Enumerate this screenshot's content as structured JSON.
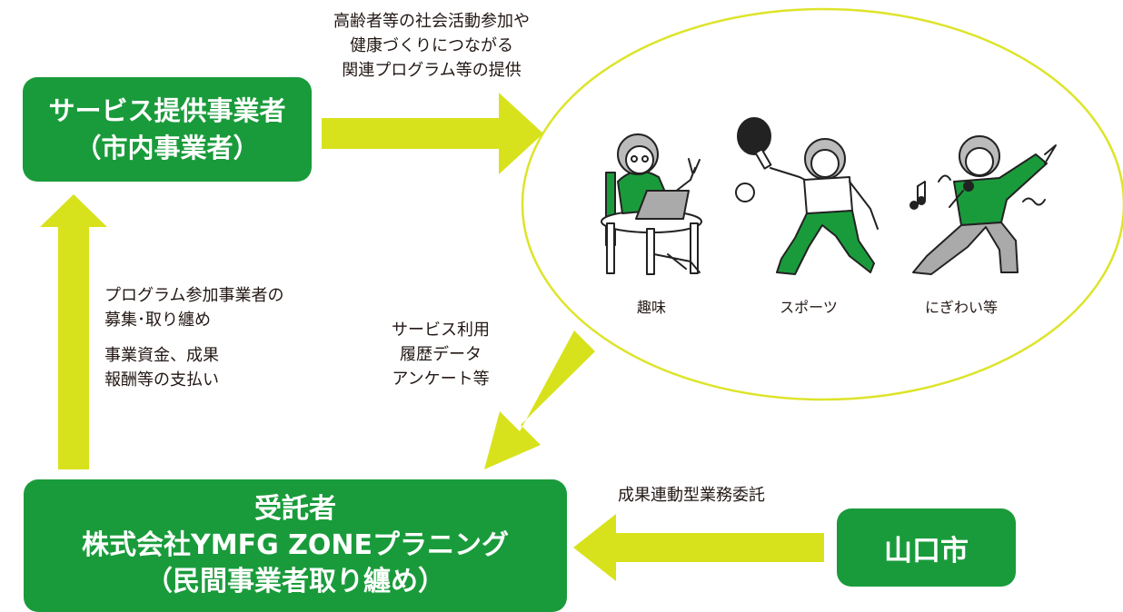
{
  "boxes": {
    "provider": {
      "line1": "サービス提供事業者",
      "line2": "（市内事業者）"
    },
    "contractor": {
      "line1": "受託者",
      "line2": "株式会社YMFG ZONEプラニング",
      "line3": "（民間事業者取り纏め）"
    },
    "city": {
      "label": "山口市"
    }
  },
  "notes": {
    "top": [
      "高齢者等の社会活動参加や",
      "健康づくりにつながる",
      "関連プログラム等の提供"
    ],
    "left_a": [
      "プログラム参加事業者の",
      "募集･取り纏め"
    ],
    "left_b": [
      "事業資金、成果",
      "報酬等の支払い"
    ],
    "mid": [
      "サービス利用",
      "履歴データ",
      "アンケート等"
    ],
    "bottom": "成果連動型業務委託"
  },
  "activities": [
    "趣味",
    "スポーツ",
    "にぎわい等"
  ],
  "colors": {
    "green": "#1a9b3b",
    "yellow_green": "#d8e21c",
    "ellipse_stroke": "#dde42a"
  }
}
